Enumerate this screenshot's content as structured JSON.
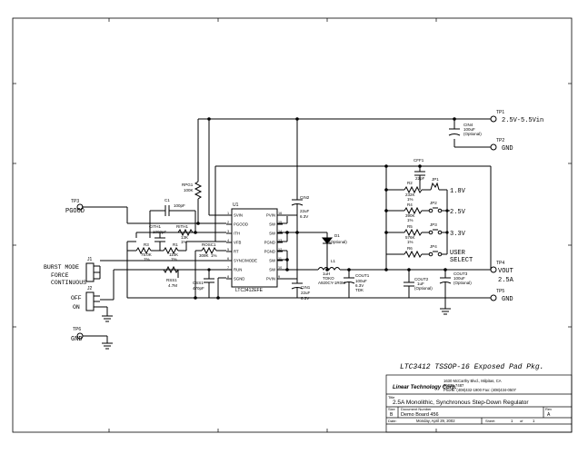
{
  "title_pkg": "LTC3412 TSSOP-16 Exposed Pad Pkg.",
  "title_block": {
    "company": "Linear Technology Corp.",
    "address1": "1630 McCarthy Blvd., Milpitas, CA",
    "address2": "95035-7487",
    "phone": "Phone: (408)432-1900  Fax: (408)434-0507",
    "title_label": "Title",
    "title": "2.5A Monolithic, Synchronous Step-Down Regulator",
    "size_label": "Size",
    "size": "B",
    "docnum_label": "Document Number",
    "docnum": "Demo Board 456",
    "rev_label": "Rev",
    "rev": "A",
    "date_label": "Date:",
    "date": "Monday, April 29, 2002",
    "sheet_label": "Sheet",
    "sheet_num": "1",
    "of_label": "of",
    "sheet_total": "1"
  },
  "ic": {
    "ref": "U1",
    "part": "LTC3412EFE",
    "pins_left": [
      {
        "num": "1",
        "name": "SVIN"
      },
      {
        "num": "2",
        "name": "PGOOD"
      },
      {
        "num": "3",
        "name": "ITH"
      },
      {
        "num": "4",
        "name": "VFB"
      },
      {
        "num": "5",
        "name": "RT"
      },
      {
        "num": "6",
        "name": "SYNC/MODE"
      },
      {
        "num": "7",
        "name": "RUN"
      },
      {
        "num": "8",
        "name": "SGND"
      }
    ],
    "pins_right": [
      {
        "num": "16",
        "name": "PVIN"
      },
      {
        "num": "15",
        "name": "SW"
      },
      {
        "num": "14",
        "name": "SW"
      },
      {
        "num": "13",
        "name": "PGND"
      },
      {
        "num": "12",
        "name": "PGND"
      },
      {
        "num": "11",
        "name": "SW"
      },
      {
        "num": "10",
        "name": "SW"
      },
      {
        "num": "9",
        "name": "PVIN"
      }
    ]
  },
  "testpoints": {
    "tp1": {
      "ref": "TP1",
      "label": "2.5V-5.5Vin"
    },
    "tp2": {
      "ref": "TP2",
      "label": "GND"
    },
    "tp3": {
      "ref": "TP3",
      "label": "PGOOD"
    },
    "tp4": {
      "ref": "TP4",
      "label1": "VOUT",
      "label2": "2.5A"
    },
    "tp5": {
      "ref": "TP5",
      "label": "GND"
    },
    "tp6": {
      "ref": "TP6",
      "label": "GND"
    }
  },
  "components": {
    "cin4": {
      "ref": "CIN4",
      "val": "100uF",
      "note": "(Optional)"
    },
    "cff1": {
      "ref": "CFF1",
      "val": "22pF"
    },
    "r2": {
      "ref": "R2",
      "val": "232K",
      "tol": "1%"
    },
    "r4": {
      "ref": "R4",
      "val": "390K",
      "tol": "1%"
    },
    "r5": {
      "ref": "R5",
      "val": "576K",
      "tol": "1%"
    },
    "r6": {
      "ref": "R6",
      "val": ""
    },
    "rpg1": {
      "ref": "RPG1",
      "val": "100K"
    },
    "cin2": {
      "ref": "CIN2",
      "val": "22uF",
      "v": "6.3V"
    },
    "cin1": {
      "ref": "CIN1",
      "val": "22uF",
      "v": "6.3V"
    },
    "d1": {
      "ref": "D1",
      "note": "(Optional)"
    },
    "l1": {
      "ref": "L1",
      "val": "1uH",
      "mfr": "TOKO",
      "pn": "A920CY-1R0M"
    },
    "cout1": {
      "ref": "COUT1",
      "val": "100uF",
      "v": "6.3V",
      "mfr": "TDK"
    },
    "cout2": {
      "ref": "COUT2",
      "val": "1uF",
      "note": "(Optional)"
    },
    "cout3": {
      "ref": "COUT3",
      "val": "100uF",
      "note": "(Optional)"
    },
    "c1": {
      "ref": "C1",
      "val": "100pF"
    },
    "cith1": {
      "ref": "CITH1",
      "val": "1000pF"
    },
    "rith1": {
      "ref": "RITH1",
      "val": "13K",
      "tol": "1%"
    },
    "r3": {
      "ref": "R3",
      "val": "75.0K",
      "tol": "1%"
    },
    "r1": {
      "ref": "R1",
      "val": "110K",
      "tol": "1%"
    },
    "rosc1": {
      "ref": "ROSC1",
      "val": "309K",
      "tol": "1%"
    },
    "rss1": {
      "ref": "RSS1",
      "val": "4.7M"
    },
    "css1": {
      "ref": "CSS1",
      "val": "470pF"
    }
  },
  "jumpers": {
    "jp1": "JP1",
    "jp2": "JP2",
    "jp3": "JP3",
    "jp4": "JP4",
    "j1": "J1",
    "j2": "J2"
  },
  "vsel": {
    "v18": "1.8V",
    "v25": "2.5V",
    "v33": "3.3V",
    "user1": "USER",
    "user2": "SELECT"
  },
  "modes": {
    "burst": "BURST MODE",
    "force": "FORCE",
    "continuous": "CONTINUOUS",
    "off": "OFF",
    "on": "ON"
  }
}
